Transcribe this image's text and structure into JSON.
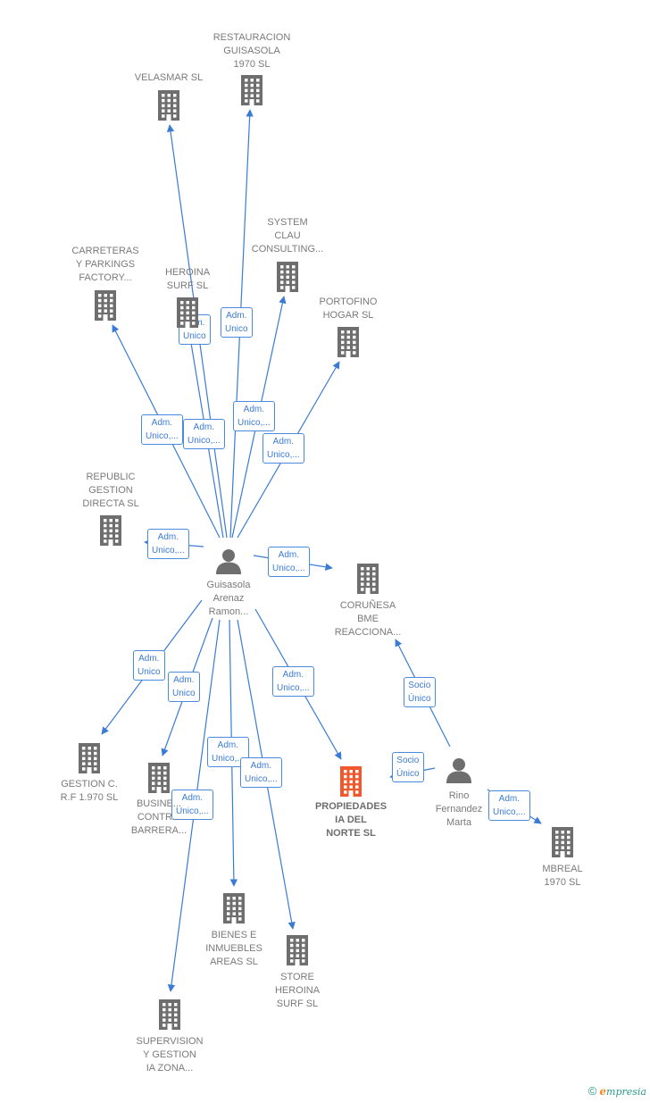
{
  "colors": {
    "edge": "#3a7bd5",
    "building": "#6e6e6e",
    "building_main": "#f0582c",
    "person": "#6e6e6e",
    "label": "#7a7a7a"
  },
  "nodes": [
    {
      "id": "restauracion",
      "label": "RESTAURACION\nGUISASOLA\n1970 SL",
      "icon": "building-icon"
    },
    {
      "id": "velasmar",
      "label": "VELASMAR  SL",
      "icon": "building-icon"
    },
    {
      "id": "system",
      "label": "SYSTEM\nCLAU\nCONSULTING...",
      "icon": "building-icon"
    },
    {
      "id": "carreteras",
      "label": "CARRETERAS\nY PARKINGS\nFACTORY...",
      "icon": "building-icon"
    },
    {
      "id": "heroina",
      "label": "HEROINA\nSURF  SL",
      "icon": "building-icon"
    },
    {
      "id": "portofino",
      "label": "PORTOFINO\nHOGAR  SL",
      "icon": "building-icon"
    },
    {
      "id": "republic",
      "label": "REPUBLIC\nGESTION\nDIRECTA  SL",
      "icon": "building-icon"
    },
    {
      "id": "guisasola",
      "label": "Guisasola\nArenaz\nRamon...",
      "icon": "person-icon"
    },
    {
      "id": "corunesa",
      "label": "CORUÑESA\nBME\nREACCIONA...",
      "icon": "building-icon"
    },
    {
      "id": "gestion",
      "label": "GESTION C.\nR.F 1.970  SL",
      "icon": "building-icon"
    },
    {
      "id": "business",
      "label": "BUSINE...\nCONTR...\nBARRERA...",
      "icon": "building-icon"
    },
    {
      "id": "propiedades",
      "label": "PROPIEDADES\nIA DEL\nNORTE  SL",
      "icon": "building-icon",
      "main": true
    },
    {
      "id": "rino",
      "label": "Rino\nFernandez\nMarta",
      "icon": "person-icon"
    },
    {
      "id": "mbreal",
      "label": "MBREAL\n1970  SL",
      "icon": "building-icon"
    },
    {
      "id": "bienes",
      "label": "BIENES E\nINMUEBLES\nAREAS  SL",
      "icon": "building-icon"
    },
    {
      "id": "store",
      "label": "STORE\nHEROINA\nSURF  SL",
      "icon": "building-icon"
    },
    {
      "id": "supervision",
      "label": "SUPERVISION\nY GESTION\nIA ZONA...",
      "icon": "building-icon"
    }
  ],
  "edges": [
    {
      "from": "guisasola",
      "to": "restauracion",
      "label": "Adm.\nUnico"
    },
    {
      "from": "guisasola",
      "to": "velasmar",
      "label": "Adm.\nUnico"
    },
    {
      "from": "guisasola",
      "to": "system",
      "label": "Adm.\nUnico,..."
    },
    {
      "from": "guisasola",
      "to": "carreteras",
      "label": "Adm.\nUnico,..."
    },
    {
      "from": "guisasola",
      "to": "heroina",
      "label": "Adm.\nUnico,..."
    },
    {
      "from": "guisasola",
      "to": "portofino",
      "label": "Adm.\nUnico,..."
    },
    {
      "from": "guisasola",
      "to": "republic",
      "label": "Adm.\nUnico,..."
    },
    {
      "from": "guisasola",
      "to": "corunesa",
      "label": "Adm.\nUnico,..."
    },
    {
      "from": "guisasola",
      "to": "gestion",
      "label": "Adm.\nUnico"
    },
    {
      "from": "guisasola",
      "to": "business",
      "label": "Adm.\nUnico"
    },
    {
      "from": "guisasola",
      "to": "propiedades",
      "label": "Adm.\nUnico,..."
    },
    {
      "from": "guisasola",
      "to": "bienes",
      "label": "Adm.\nUnico,..."
    },
    {
      "from": "guisasola",
      "to": "store",
      "label": "Adm.\nUnico,..."
    },
    {
      "from": "guisasola",
      "to": "supervision",
      "label": "Adm.\nUnico,..."
    },
    {
      "from": "rino",
      "to": "corunesa",
      "label": "Socio\nÚnico"
    },
    {
      "from": "rino",
      "to": "propiedades",
      "label": "Socio\nÚnico"
    },
    {
      "from": "rino",
      "to": "mbreal",
      "label": "Adm.\nUnico,..."
    }
  ],
  "footer": {
    "copyright": "©",
    "brand_initial": "e",
    "brand_rest": "mpresia"
  }
}
